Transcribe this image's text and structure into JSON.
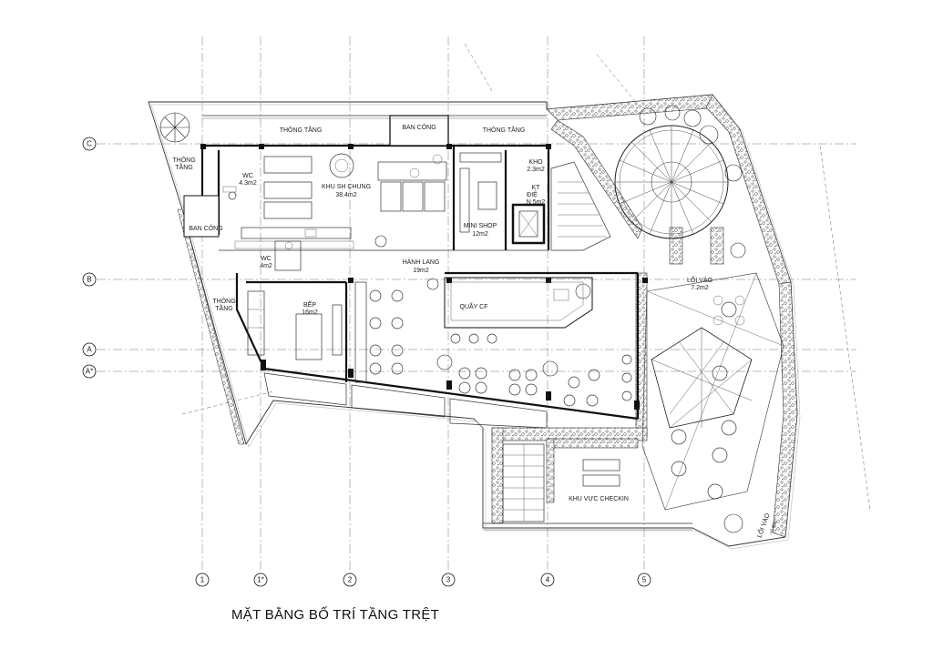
{
  "title": "MẶT BẰNG BỐ TRÍ TẦNG TRỆT",
  "grid_axes": {
    "vertical": [
      "1",
      "1*",
      "2",
      "3",
      "4",
      "5"
    ],
    "horizontal": [
      "C",
      "B",
      "A",
      "A*"
    ]
  },
  "rooms": {
    "thong_tang_top_left": "THÔNG TẦNG",
    "ban_cong_top": "BAN CÔNG",
    "thong_tang_top_right": "THÔNG TẦNG",
    "thong_tang_left": "THÔNG\nTẦNG",
    "wc1_name": "WC",
    "wc1_area": "4.3m2",
    "ban_cong_left": "BAN CÔNG",
    "khu_sh_chung_name": "KHU SH CHUNG",
    "khu_sh_chung_area": "38.4m2",
    "kho_name": "KHO",
    "kho_area": "2.3m2",
    "kt_die_name": "KT\nĐIỆ",
    "kt_die_area": "N 5m2",
    "mini_shop_name": "MINI SHOP",
    "mini_shop_area": "12m2",
    "wc2_name": "WC",
    "wc2_area": "4m2",
    "hanh_lang_name": "HÀNH LANG",
    "hanh_lang_area": "19m2",
    "thong_tang_mid_left": "THÔNG\nTẦNG",
    "bep_name": "BẾP",
    "bep_area": "16m2",
    "quay_cf": "QUẦY CF",
    "loi_vao_name": "LỐI VÀO",
    "loi_vao_area": "7.2m2",
    "khu_vuc_checkin": "KHU VỰC CHECKIN",
    "loi_vao_bottom": "LỐI VÀO",
    "loi_vao_bottom_area": "+0.000"
  }
}
